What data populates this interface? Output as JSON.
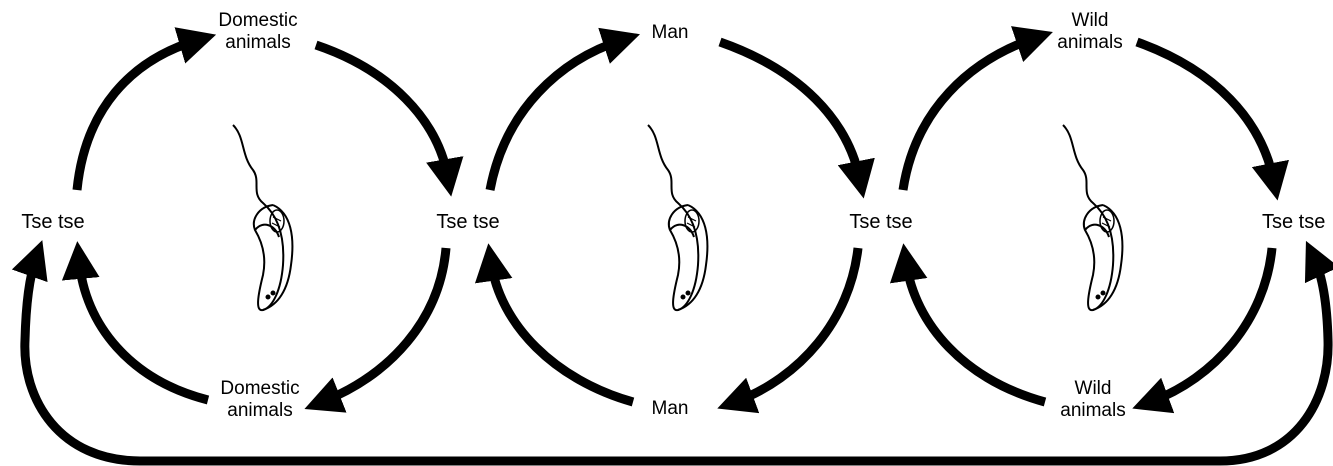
{
  "labels": {
    "domestic_top_1": "Domestic",
    "domestic_top_2": "animals",
    "domestic_bottom_1": "Domestic",
    "domestic_bottom_2": "animals",
    "man_top": "Man",
    "man_bottom": "Man",
    "wild_top_1": "Wild",
    "wild_top_2": "animals",
    "wild_bottom_1": "Wild",
    "wild_bottom_2": "animals",
    "tsetse_1": "Tse tse",
    "tsetse_2": "Tse tse",
    "tsetse_3": "Tse tse",
    "tsetse_4": "Tse tse"
  },
  "colors": {
    "ink": "#000000",
    "paper": "#ffffff"
  },
  "icons": [
    "trypanosome-icon",
    "arrow-icon"
  ]
}
